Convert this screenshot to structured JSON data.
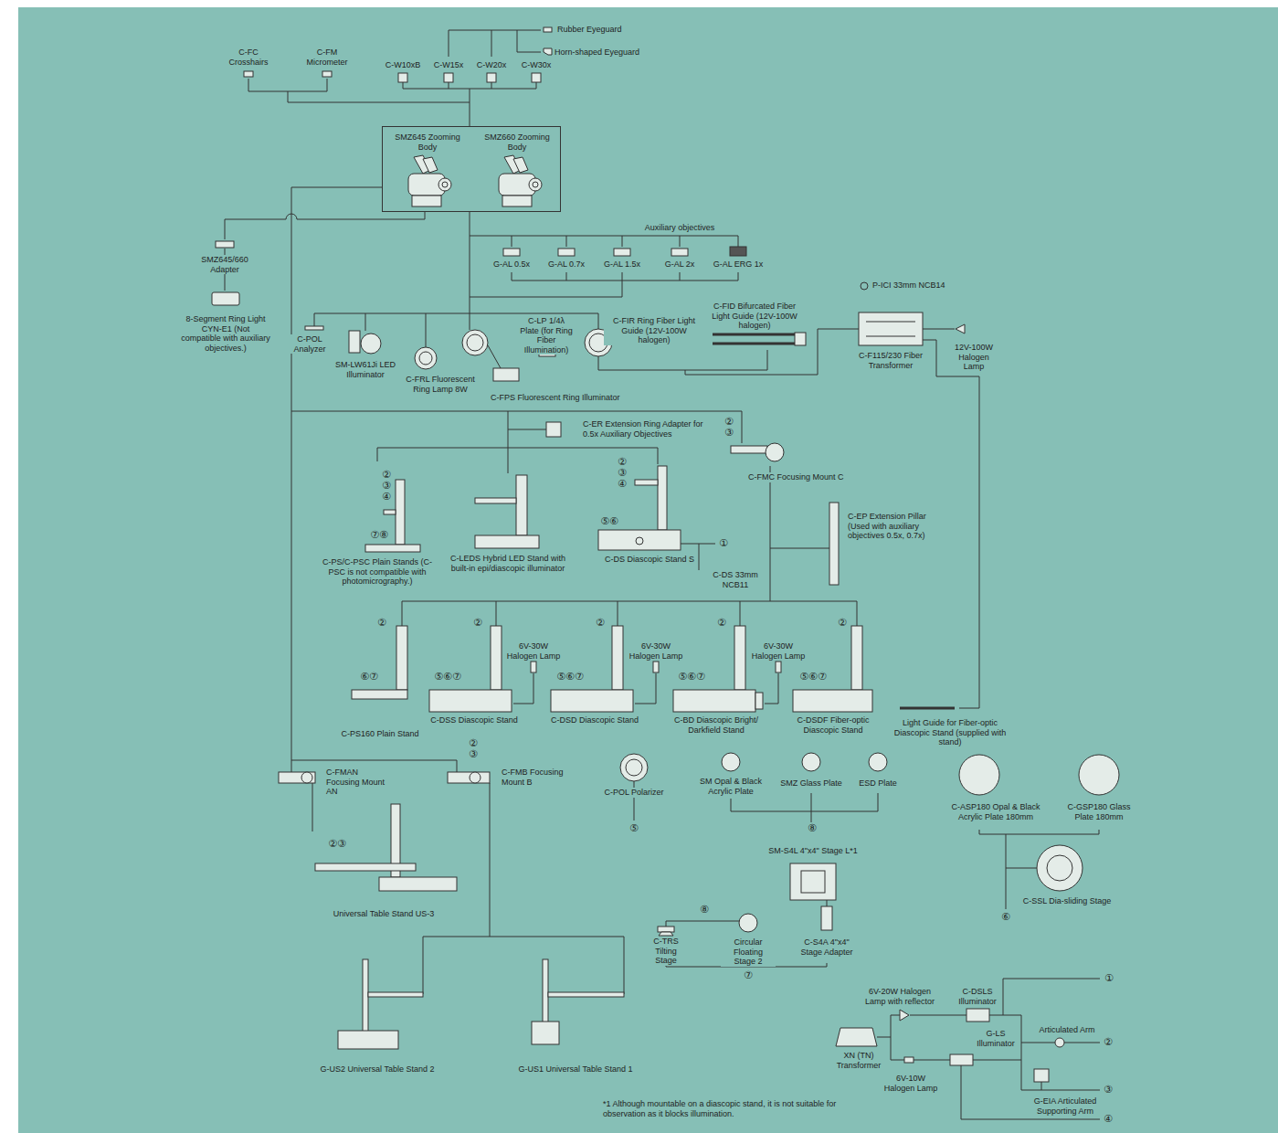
{
  "diagram": {
    "nodes": [
      {
        "text": [
          "SMZ645 Zooming Body",
          "SMZ660 Zooming Body"
        ]
      }
    ],
    "labels": [
      "Rubber Eyeguard",
      "Horn-shaped Eyeguard",
      "C-FC Crosshairs",
      "C-FM Micrometer",
      "C-W10xB",
      "C-W15x",
      "C-W20x",
      "C-W30x",
      "SMZ645/660 Adapter",
      "8-Segment Ring Light CYN-E1 (Not compatible with auxiliary objectives.)",
      "Auxiliary objectives",
      "G-AL 0.5x",
      "G-AL 0.7x",
      "G-AL 1.5x",
      "G-AL 2x",
      "G-AL ERG 1x",
      "P-ICI 33mm NCB14",
      "C-FID Bifurcated Fiber Light Guide (12V-100W halogen)",
      "C-LP 1/4λ Plate (for Ring Fiber Illumination)",
      "C-FIR Ring Fiber Light Guide (12V-100W halogen)",
      "12V-100W Halogen Lamp",
      "C-F115/230 Fiber Transformer",
      "C-POL Analyzer",
      "SM-LW61Ji LED Illuminator",
      "C-FRL Fluorescent Ring Lamp 8W",
      "C-FPS Fluorescent Ring Illuminator",
      "C-ER Extension Ring Adapter for 0.5x Auxiliary Objectives",
      "②",
      "③",
      "C-FMC Focusing Mount C",
      "②",
      "③",
      "④",
      "②",
      "③",
      "④",
      "C-EP Extension Pillar (Used with auxiliary objectives 0.5x, 0.7x)",
      "⑦⑧",
      "⑤⑥",
      "①",
      "C-PS/C-PSC Plain Stands (C-PSC is not compatible with photomicrography.)",
      "C-LEDS Hybrid LED Stand with built-in epi/diascopic illuminator",
      "C-DS Diascopic Stand S",
      "C-DS 33mm NCB11",
      "②",
      "②",
      "②",
      "②",
      "②",
      "6V-30W Halogen Lamp",
      "6V-30W Halogen Lamp",
      "6V-30W Halogen Lamp",
      "⑥⑦",
      "⑤⑥⑦",
      "⑤⑥⑦",
      "⑤⑥⑦",
      "⑤⑥⑦",
      "C-PS160 Plain Stand",
      "C-DSS Diascopic Stand",
      "C-DSD Diascopic Stand",
      "C-BD Diascopic Bright/ Darkfield Stand",
      "C-DSDF Fiber-optic Diascopic Stand",
      "Light Guide for Fiber-optic Diascopic Stand (supplied with stand)",
      "②",
      "③",
      "C-FMAN Focusing Mount AN",
      "C-FMB Focusing Mount B",
      "C-POL Polarizer",
      "SM Opal & Black Acrylic Plate",
      "SMZ Glass Plate",
      "ESD Plate",
      "C-ASP180 Opal & Black Acrylic Plate 180mm",
      "C-GSP180 Glass Plate 180mm",
      "②③",
      "⑤",
      "⑧",
      "SM-S4L 4\"x4\" Stage L*1",
      "Universal Table Stand US-3",
      "⑧",
      "C-SSL Dia-sliding Stage",
      "C-TRS Tilting Stage",
      "Circular Floating Stage 2",
      "C-S4A 4\"x4\" Stage Adapter",
      "⑥",
      "⑦",
      "①",
      "6V-20W Halogen Lamp with reflector",
      "C-DSLS Illuminator",
      "Articulated Arm",
      "G-LS Illuminator",
      "②",
      "XN (TN) Transformer",
      "G-US2 Universal Table Stand 2",
      "G-US1 Universal Table Stand 1",
      "6V-10W Halogen Lamp",
      "③",
      "G-EIA Articulated Supporting Arm",
      "④",
      "*1 Although mountable on a diascopic stand, it is not suitable for observation as it blocks illumination."
    ]
  }
}
